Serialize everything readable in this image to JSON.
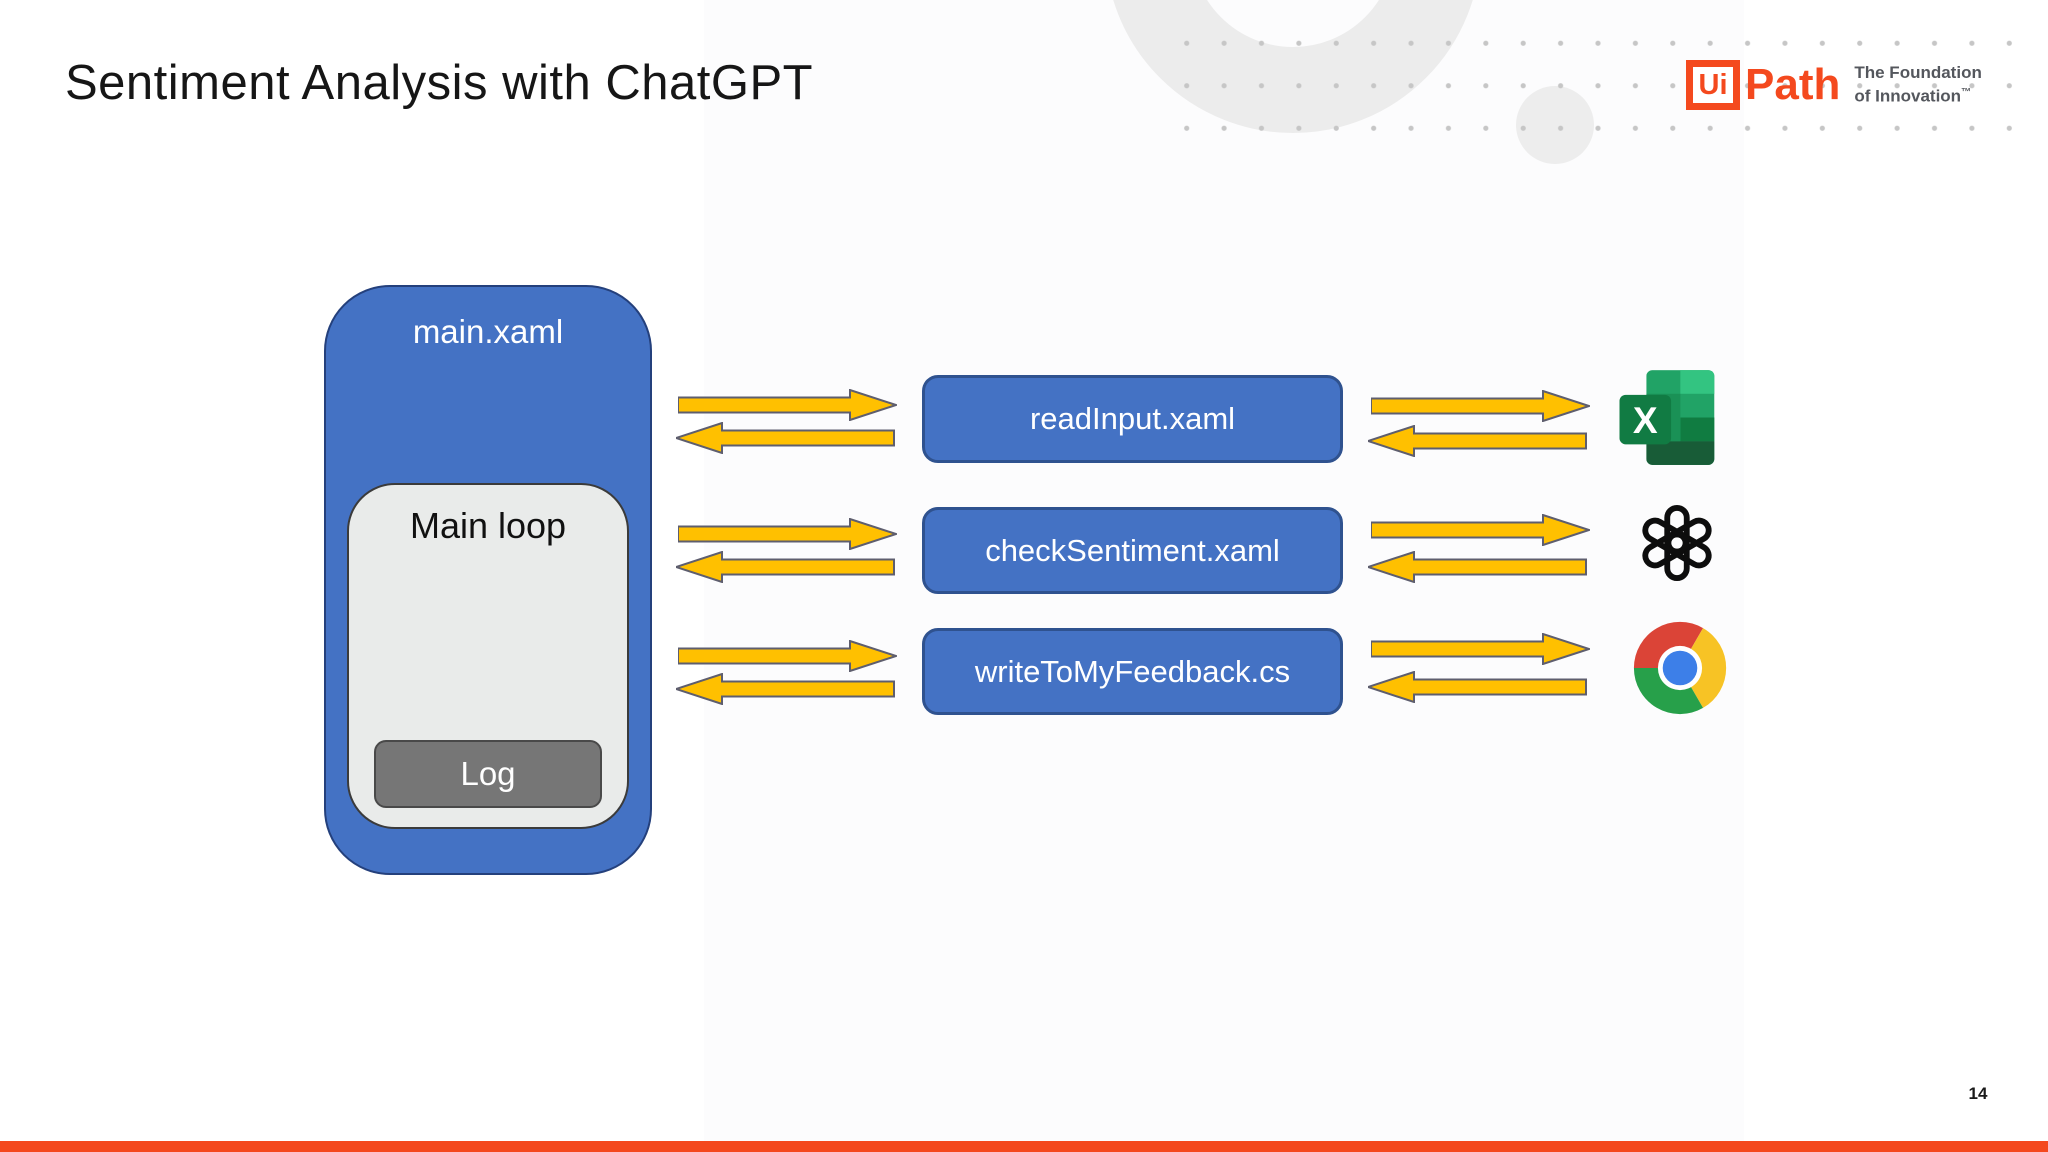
{
  "slide": {
    "title": "Sentiment Analysis with ChatGPT",
    "page_number": "14"
  },
  "logo": {
    "ui_mark": "Ui",
    "path_mark": "Path",
    "tagline_line1": "The Foundation",
    "tagline_line2": "of Innovation",
    "tagline_tm": "™"
  },
  "diagram": {
    "main_box_label": "main.xaml",
    "main_loop_label": "Main loop",
    "log_label": "Log",
    "process_boxes": [
      {
        "label": "readInput.xaml",
        "connects_to": "excel-icon"
      },
      {
        "label": "checkSentiment.xaml",
        "connects_to": "openai-icon"
      },
      {
        "label": "writeToMyFeedback.cs",
        "connects_to": "chrome-icon"
      }
    ],
    "arrow_meaning": "bidirectional data flow"
  },
  "colors": {
    "box_blue": "#4472C4",
    "box_blue_border": "#2F528F",
    "arrow_yellow": "#FFC000",
    "arrow_outline": "#5E5E6E",
    "accent_orange": "#F4481D",
    "loop_gray": "#E9EBEA",
    "log_gray": "#767676",
    "tagline_gray": "#54575D"
  }
}
